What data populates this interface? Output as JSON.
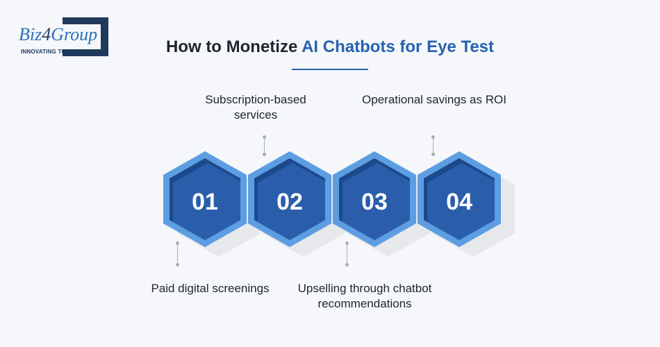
{
  "logo": {
    "brand_a": "Biz",
    "brand_b": "4",
    "brand_c": "Group",
    "tagline": "INNOVATING TOGETHER"
  },
  "title": {
    "prefix": "How to Monetize ",
    "accent": "AI Chatbots for Eye Test"
  },
  "steps": [
    {
      "number": "01",
      "label": "Paid digital screenings"
    },
    {
      "number": "02",
      "label": "Subscription-based services"
    },
    {
      "number": "03",
      "label": "Upselling through chatbot recommendations"
    },
    {
      "number": "04",
      "label": "Operational savings as ROI"
    }
  ],
  "colors": {
    "outer": "#5d9de2",
    "inner": "#2a5eab",
    "edge": "#1b4a8c",
    "accent": "#2563b0"
  }
}
